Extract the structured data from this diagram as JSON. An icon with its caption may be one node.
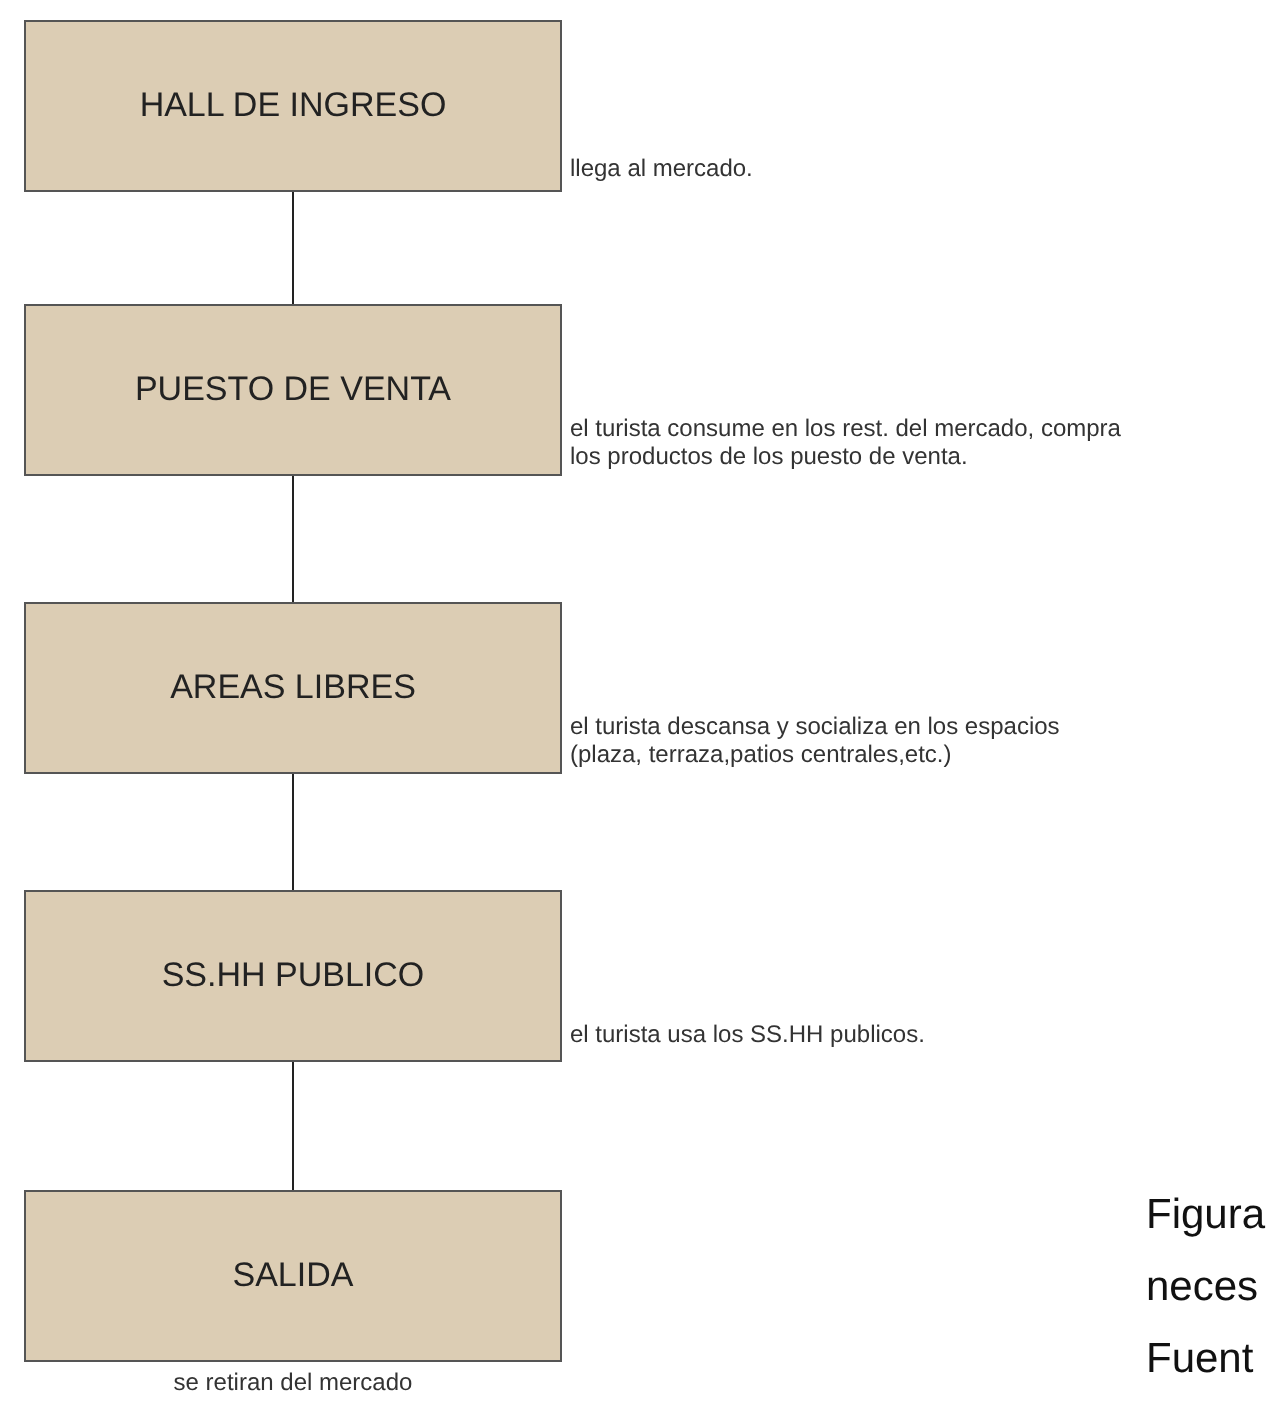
{
  "diagram": {
    "nodes": [
      {
        "text": [
          "HALL DE INGRESO"
        ],
        "beside": [
          "llega al mercado."
        ]
      },
      {
        "text": [
          "PUESTO DE VENTA"
        ],
        "beside": [
          "el turista consume en los rest. del mercado, compra los productos de los puesto de venta."
        ]
      },
      {
        "text": [
          "AREAS LIBRES"
        ],
        "beside": [
          "el turista descansa y socializa en los espacios (plaza, terraza,patios centrales,etc.)"
        ]
      },
      {
        "text": [
          "SS.HH PUBLICO"
        ],
        "beside": [
          "el turista usa los  SS.HH publicos."
        ]
      },
      {
        "text": [
          "SALIDA"
        ],
        "beside": [
          "se retiran del mercado"
        ]
      }
    ],
    "edges": [
      {
        "from": 0,
        "to": 1,
        "arrow": "none"
      },
      {
        "from": 1,
        "to": 2,
        "arrow": "none"
      },
      {
        "from": 2,
        "to": 3,
        "arrow": "none"
      },
      {
        "from": 3,
        "to": 4,
        "arrow": "none"
      }
    ],
    "labels": [
      "Figura",
      "neces",
      "Fuent"
    ]
  }
}
